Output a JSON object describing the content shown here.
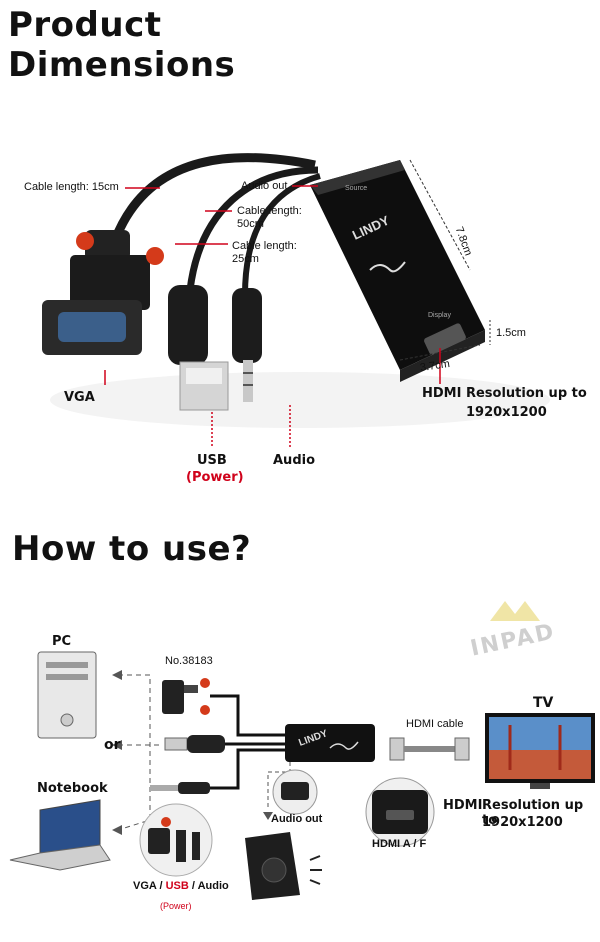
{
  "section_dimensions": {
    "title_line1": "Product",
    "title_line2": "Dimensions",
    "labels": {
      "cable_15": "Cable length: 15cm",
      "audio_out": "Audio out",
      "cable_50_a": "Cable length:",
      "cable_50_b": "50cm",
      "cable_25_a": "Cable length:",
      "cable_25_b": "25cm",
      "dim_78": "7.8cm",
      "dim_15": "1.5cm",
      "dim_37": "3.7cm",
      "vga": "VGA",
      "usb": "USB",
      "power": "(Power)",
      "audio": "Audio",
      "hdmi_res_1": "HDMI Resolution up to",
      "hdmi_res_2": "1920x1200"
    },
    "device": {
      "brand": "LINDY",
      "source": "Source",
      "display": "Display"
    }
  },
  "section_usage": {
    "title": "How to use?",
    "watermark": "INPAD",
    "labels": {
      "pc": "PC",
      "or": "or",
      "notebook": "Notebook",
      "part_no": "No.38183",
      "audio_out": "Audio out",
      "hdmi_cable": "HDMI cable",
      "tv": "TV",
      "hdmi": "HDMI",
      "res_1": "Resolution up to",
      "res_2": "1920x1200",
      "hdmi_af": "HDMI A / F",
      "vga": "VGA",
      "slash1": " / ",
      "usb": "USB",
      "slash2": " / ",
      "audio": "Audio",
      "power": "(Power)"
    }
  },
  "colors": {
    "accent_red": "#d0021b",
    "device_black": "#111111"
  }
}
